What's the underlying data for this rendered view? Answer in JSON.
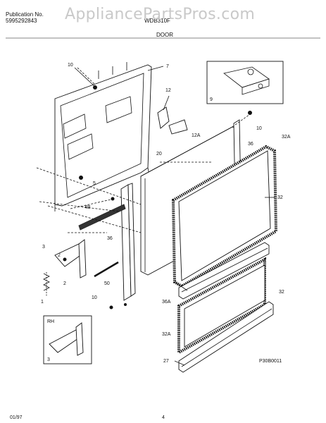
{
  "header": {
    "pub_label": "Publication No.",
    "pub_number": "5995292843",
    "model": "WDB310F",
    "section": "DOOR"
  },
  "watermark": "AppliancePartsPros.com",
  "callouts": {
    "c10a": "10",
    "c7": "7",
    "c12": "12",
    "c9": "9",
    "c10b": "10",
    "c32a": "32A",
    "c36a": "36",
    "c12a": "12A",
    "c20": "20",
    "c5": "5",
    "c32a2": "32",
    "c4b": "4B",
    "c36b": "36",
    "c3": "3",
    "c2a": "2",
    "c2b": "2",
    "c1": "1",
    "c50": "50",
    "c36c": "36A",
    "c32b": "32",
    "c10c": "10",
    "c32c": "32A",
    "c27": "27",
    "c3b": "3",
    "rh": "RH"
  },
  "figure_code": "P30B0011",
  "footer": {
    "date": "01/97",
    "page": "4"
  }
}
